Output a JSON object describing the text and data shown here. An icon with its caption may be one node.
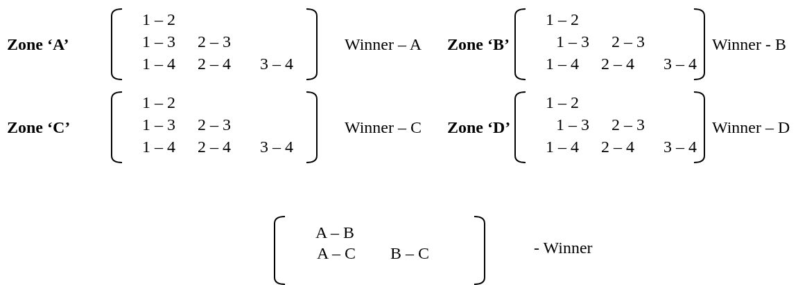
{
  "diagram": {
    "nodes": [
      {
        "text": [
          "1 – 2",
          "1 – 3",
          "2 – 3",
          "1 – 4",
          "2 – 4",
          "3 – 4"
        ]
      },
      {
        "text": [
          "1 – 2",
          "1 – 3",
          "2 – 3",
          "1 – 4",
          "2 – 4",
          "3 – 4"
        ]
      },
      {
        "text": [
          "1 – 2",
          "1 – 3",
          "2 – 3",
          "1 – 4",
          "2 – 4",
          "3 – 4"
        ]
      },
      {
        "text": [
          "1 – 2",
          "1 – 3",
          "2 – 3",
          "1 – 4",
          "2 – 4",
          "3 – 4"
        ]
      },
      {
        "text": [
          "A – B",
          "A – C",
          "B – C"
        ]
      }
    ],
    "labels": [
      "Zone ‘A’",
      "Winner – A",
      "Zone ‘B’",
      "Winner - B",
      "Zone ‘C’",
      "Winner – C",
      "Zone ‘D’",
      "Winner – D",
      "- Winner"
    ]
  }
}
